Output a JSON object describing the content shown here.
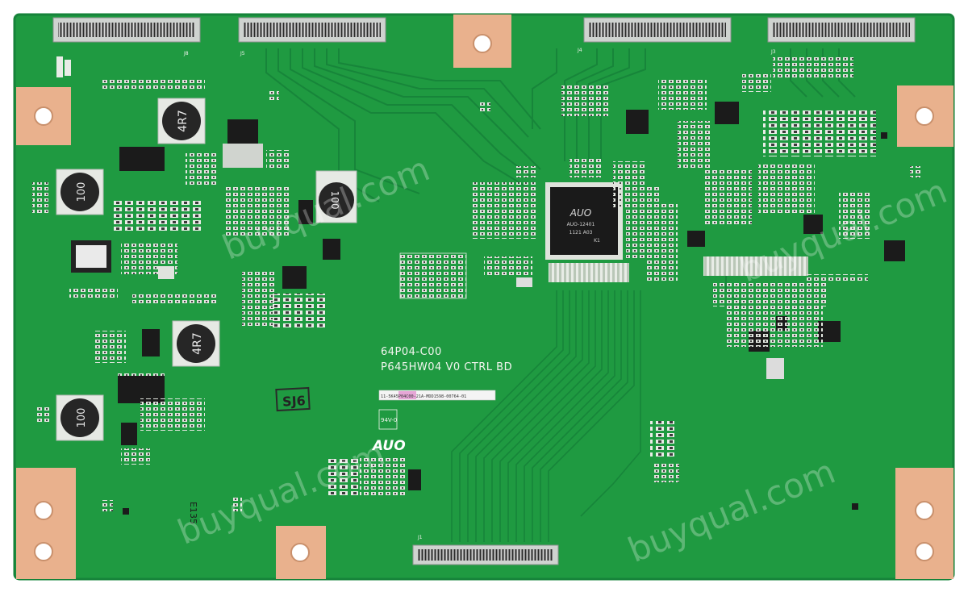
{
  "board": {
    "model_line": "64P04-C00",
    "board_name": "P645HW04 V0 CTRL BD",
    "brand_logo": "AUO",
    "stamp": "SJ6",
    "inductor_4r7": "4R7",
    "inductor_100": "100",
    "chip_brand": "AUO",
    "chip_part": "AUO-12401",
    "chip_line2": "1121 A03",
    "chip_line3": "K1",
    "barcode_label": "11-5K45P04C00-21A-MDD1598-00764-01",
    "ul_mark": "94V-0",
    "side_code": "E135",
    "connectors": [
      "J8",
      "J5",
      "J4",
      "J3",
      "J1"
    ]
  },
  "watermark": {
    "text": "buyqual.com"
  },
  "colors": {
    "pcb_green": "#1f9a41",
    "pcb_edge": "#16833a",
    "copper_pad": "#e9b18d",
    "silkscreen": "#f2f5ef",
    "connector_gray": "#c9ccca"
  }
}
